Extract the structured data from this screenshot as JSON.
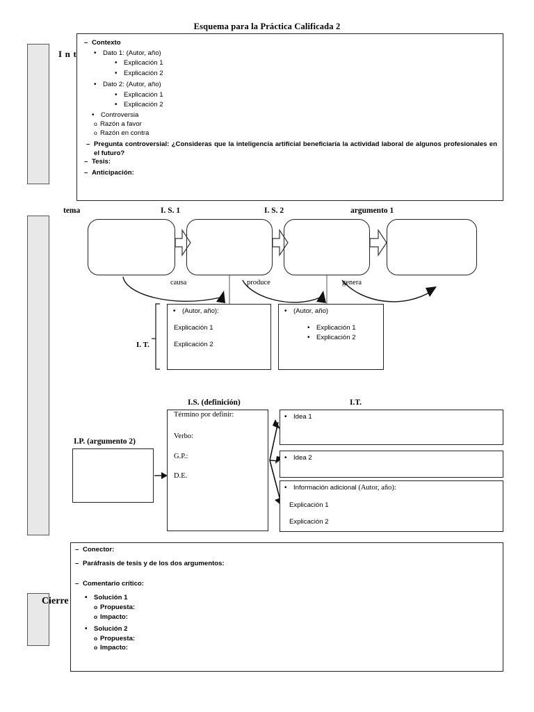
{
  "document": {
    "title": "Esquema para la Práctica Calificada 2"
  },
  "sections": {
    "introduccion": {
      "side_label": "Introducción",
      "items": [
        {
          "type": "dash",
          "text": "Contexto"
        },
        {
          "type": "bullet",
          "text": "Dato 1: (Autor, año)"
        },
        {
          "type": "sub",
          "text": "Explicación 1"
        },
        {
          "type": "sub",
          "text": "Explicación 2"
        },
        {
          "type": "bullet",
          "text": "Dato 2: (Autor, año)"
        },
        {
          "type": "sub",
          "text": "Explicación 1"
        },
        {
          "type": "sub",
          "text": "Explicación 2"
        },
        {
          "type": "bullet",
          "text": "Controversia"
        },
        {
          "type": "circle",
          "text": "Razón a favor"
        },
        {
          "type": "circle",
          "text": "Razón en contra"
        }
      ],
      "question_label": "Pregunta controversial:",
      "question_text": "¿Consideras que la inteligencia artificial beneficiaría la actividad laboral de algunos profesionales en el futuro?",
      "tesis": "Tesis:",
      "anticipacion": "Anticipación:"
    },
    "argumento1": {
      "headers": {
        "tema": "tema",
        "is1": "I. S. 1",
        "is2": "I. S. 2",
        "arg1": "argumento 1"
      },
      "connectors": {
        "causa": "causa",
        "produce": "produce",
        "genera": "genera"
      },
      "it_label": "I. T.",
      "support_left": {
        "bullet": "(Autor, año):",
        "line1": "Explicación 1",
        "line2": "Explicación 2"
      },
      "support_right": {
        "bullet": "(Autor, año)",
        "line1": "Explicación 1",
        "line2": "Explicación 2"
      }
    },
    "argumento2": {
      "ip_label": "I.P. (argumento 2)",
      "is_label": "I.S. (definición)",
      "it_label": "I.T.",
      "definition_fields": [
        "Término por definir:",
        "Verbo:",
        "G.P.:",
        "D.E."
      ],
      "ideas": [
        {
          "bullet": "Idea 1"
        },
        {
          "bullet": "Idea 2"
        }
      ],
      "extra": {
        "bullet_bold": "Información adicional",
        "bullet_rest": "(Autor, año):",
        "line1": "Explicación 1",
        "line2": "Explicación 2"
      }
    },
    "cierre": {
      "side_label": "Cierre",
      "items": [
        {
          "type": "dash",
          "text": "Conector:"
        },
        {
          "type": "dash",
          "text": "Paráfrasis de tesis y de los dos argumentos:"
        },
        {
          "type": "dash",
          "text": "Comentario crítico:"
        },
        {
          "type": "bullet",
          "text": "Solución 1"
        },
        {
          "type": "circle",
          "text": "Propuesta:"
        },
        {
          "type": "circle",
          "text": "Impacto:"
        },
        {
          "type": "bullet",
          "text": "Solución 2"
        },
        {
          "type": "circle",
          "text": "Propuesta:"
        },
        {
          "type": "circle",
          "text": "Impacto:"
        }
      ]
    }
  },
  "colors": {
    "page_background": "#ffffff",
    "sidebar_fill": "#e8e8e8",
    "sidebar_border": "#555555",
    "box_border": "#222222",
    "text": "#000000"
  }
}
